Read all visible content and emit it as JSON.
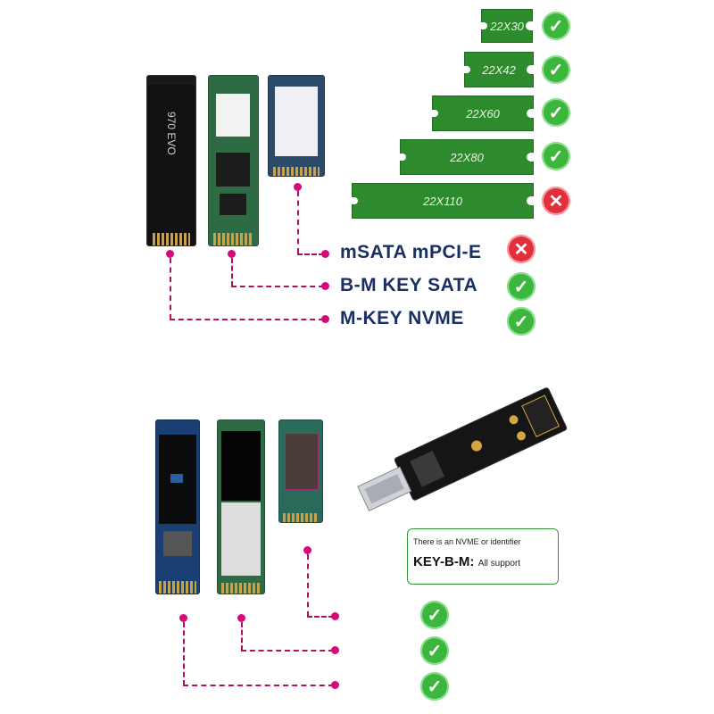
{
  "top_sizes": [
    {
      "label": "22X30",
      "supported": true
    },
    {
      "label": "22X42",
      "supported": true
    },
    {
      "label": "22X60",
      "supported": true
    },
    {
      "label": "22X80",
      "supported": true
    },
    {
      "label": "22X110",
      "supported": false
    }
  ],
  "ssd_labels": {
    "samsung": "970 EVO"
  },
  "interfaces": [
    {
      "label": "mSATA mPCI-E",
      "supported": false
    },
    {
      "label": "B-M KEY SATA",
      "supported": true
    },
    {
      "label": "M-KEY NVME",
      "supported": true
    }
  ],
  "info_box": {
    "line1": "There is an NVME or identifier",
    "line2_strong": "KEY-B-M:",
    "line2_rest": "All support"
  },
  "glyphs": {
    "check": "✓",
    "cross": "✕"
  },
  "colors": {
    "stick_green": "#2d8a2d",
    "check_green": "#3cb63c",
    "cross_red": "#e0303c",
    "connector_magenta": "#d40a7a",
    "label_navy": "#1a2f63"
  }
}
